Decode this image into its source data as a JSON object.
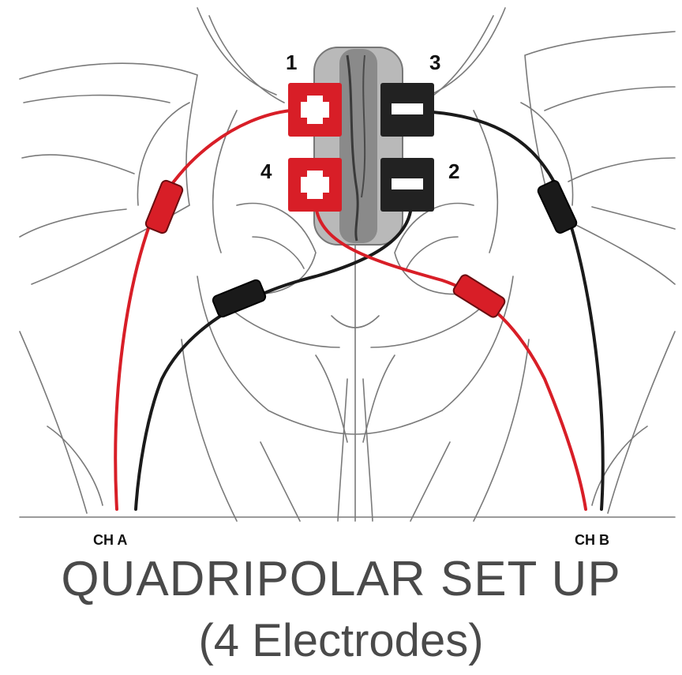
{
  "electrodes": [
    {
      "number": "1",
      "sign": "+",
      "color": "#d81e27"
    },
    {
      "number": "3",
      "sign": "−",
      "color": "#222222"
    },
    {
      "number": "4",
      "sign": "+",
      "color": "#d81e27"
    },
    {
      "number": "2",
      "sign": "−",
      "color": "#222222"
    }
  ],
  "channels": {
    "a_label": "CH A",
    "b_label": "CH B"
  },
  "title": {
    "main": "QUADRIPOLAR SET UP",
    "sub": "(4 Electrodes)"
  },
  "colors": {
    "red_lead": "#d81e27",
    "black_lead": "#1a1a1a",
    "title_text": "#4a4a4a",
    "sketch_line": "#7a7a7a"
  }
}
